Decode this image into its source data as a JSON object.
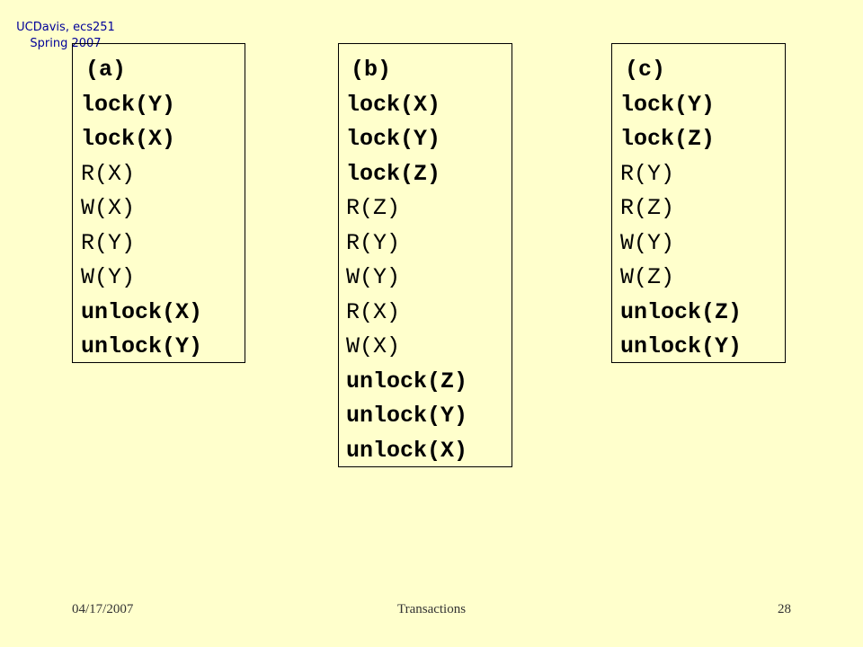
{
  "corner_note": {
    "line1": "UCDavis, ecs251",
    "line2": "Spring 2007"
  },
  "transactions": [
    {
      "label": "(a)",
      "steps": [
        {
          "text": "lock(Y)",
          "bold": true
        },
        {
          "text": "lock(X)",
          "bold": true
        },
        {
          "text": "R(X)",
          "bold": false
        },
        {
          "text": "W(X)",
          "bold": false
        },
        {
          "text": "R(Y)",
          "bold": false
        },
        {
          "text": "W(Y)",
          "bold": false
        },
        {
          "text": "unlock(X)",
          "bold": true
        },
        {
          "text": "unlock(Y)",
          "bold": true
        }
      ]
    },
    {
      "label": "(b)",
      "steps": [
        {
          "text": "lock(X)",
          "bold": true
        },
        {
          "text": "lock(Y)",
          "bold": true
        },
        {
          "text": "lock(Z)",
          "bold": true
        },
        {
          "text": "R(Z)",
          "bold": false
        },
        {
          "text": "R(Y)",
          "bold": false
        },
        {
          "text": "W(Y)",
          "bold": false
        },
        {
          "text": "R(X)",
          "bold": false
        },
        {
          "text": "W(X)",
          "bold": false
        },
        {
          "text": "unlock(Z)",
          "bold": true
        },
        {
          "text": "unlock(Y)",
          "bold": true
        },
        {
          "text": "unlock(X)",
          "bold": true
        }
      ]
    },
    {
      "label": "(c)",
      "steps": [
        {
          "text": "lock(Y)",
          "bold": true
        },
        {
          "text": "lock(Z)",
          "bold": true
        },
        {
          "text": "R(Y)",
          "bold": false
        },
        {
          "text": "R(Z)",
          "bold": false
        },
        {
          "text": "W(Y)",
          "bold": false
        },
        {
          "text": "W(Z)",
          "bold": false
        },
        {
          "text": "unlock(Z)",
          "bold": true
        },
        {
          "text": "unlock(Y)",
          "bold": true
        }
      ]
    }
  ],
  "footer": {
    "date": "04/17/2007",
    "title": "Transactions",
    "page": "28"
  }
}
